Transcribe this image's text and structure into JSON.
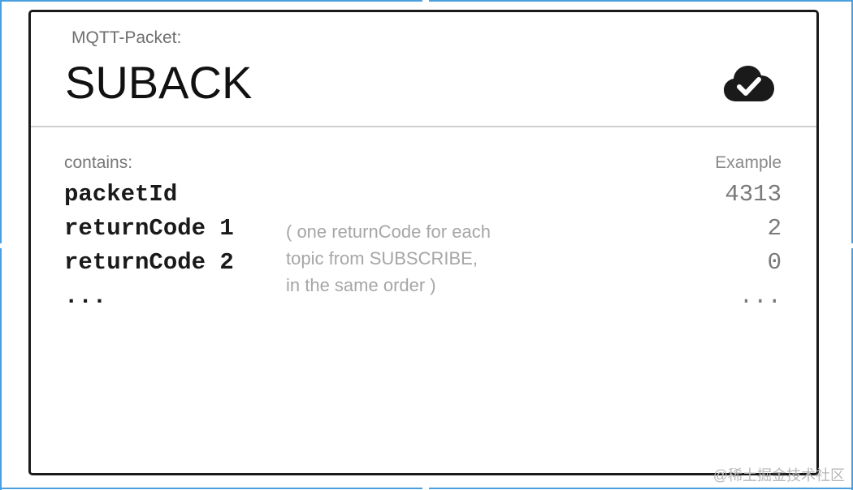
{
  "packet_label": "MQTT-Packet:",
  "packet_name": "SUBACK",
  "header_icon": "cloud-check-icon",
  "contains_label": "contains:",
  "example_label": "Example",
  "fields": [
    {
      "name": "packetId",
      "example": "4313"
    },
    {
      "name": "returnCode 1",
      "example": "2"
    },
    {
      "name": "returnCode 2",
      "example": "0"
    },
    {
      "name": "...",
      "example": "..."
    }
  ],
  "note_lines": [
    "( one returnCode for each",
    "topic from SUBSCRIBE,",
    "in the same order )"
  ],
  "watermark": "@稀土掘金技术社区",
  "colors": {
    "border": "#1a1a1a",
    "divider": "#cfcfcf",
    "guide": "#4a9fe0",
    "note_text": "#a6a6a6"
  }
}
